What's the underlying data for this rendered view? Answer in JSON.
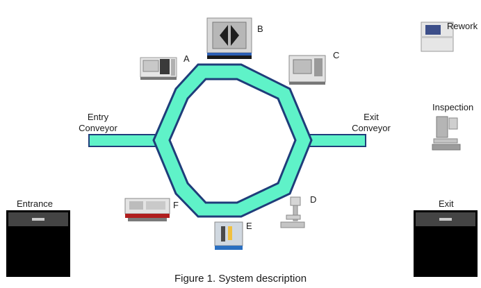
{
  "figure": {
    "caption": "Figure 1. System description"
  },
  "machines": {
    "a": "A",
    "b": "B",
    "c": "C",
    "d": "D",
    "e": "E",
    "f": "F"
  },
  "conveyors": {
    "entry_line1": "Entry",
    "entry_line2": "Conveyor",
    "exit_line1": "Exit",
    "exit_line2": "Conveyor"
  },
  "stations": {
    "rework": "Rework",
    "inspection": "Inspection",
    "entrance": "Entrance",
    "exit": "Exit"
  },
  "colors": {
    "loop_fill": "#5ff2c8",
    "loop_stroke": "#1f3d7a",
    "station_box": "#000000"
  }
}
